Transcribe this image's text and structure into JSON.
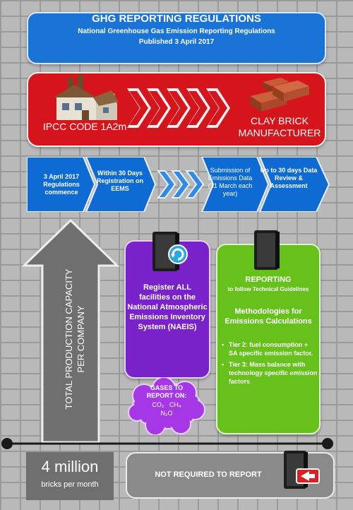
{
  "header": {
    "title": "GHG REPORTING REGULATIONS",
    "subtitle_line1": "National Greenhouse Gas Emission Reporting Regulations",
    "subtitle_line2": "Published 3 April 2017"
  },
  "source_panel": {
    "left_label": "IPCC CODE 1A2m",
    "right_label": "CLAY BRICK MANUFACTURER"
  },
  "process_steps": [
    {
      "text": "3 April 2017 Regulations commence"
    },
    {
      "text": "Within 30 Days Registration on EEMS"
    },
    {
      "text": "Submission of Emissions Data (31 March  each year)"
    },
    {
      "text": "Up to 30 days Data Review & Assessment"
    }
  ],
  "capacity_arrow": {
    "label": "TOTAL PRODUCTION CAPACITY PER COMPANY"
  },
  "register_panel": {
    "text": "Register ALL facilities on the National Atmospheric Emissions Inventory System (NAEIS)"
  },
  "gases": {
    "title": "GASES TO REPORT ON:",
    "items": [
      "CO₂",
      "CH₄",
      "N₂O"
    ]
  },
  "reporting_panel": {
    "title": "REPORTING",
    "subtitle": "to follow Technical Guidelines",
    "methodologies": "Methodologies  for Emissions Calculations",
    "tiers": [
      "Tier 2: fuel consumption + SA specific emission factor.",
      "Tier 3: Mass balance with technology specific emission factors"
    ]
  },
  "threshold": {
    "value": "4 million",
    "unit": "bricks per month"
  },
  "not_required": {
    "text": "NOT REQUIRED TO REPORT"
  },
  "colors": {
    "header_blue": "#1a74d8",
    "red": "#d6141c",
    "process_blue": "#0d6bd3",
    "purple": "#7a22c9",
    "green": "#66c11a",
    "grey": "#6f6f6f"
  },
  "icons": [
    "factory-icon",
    "brick-icon",
    "chevron-arrows",
    "binder-refresh-icon",
    "binder-icon",
    "binder-exit-icon"
  ]
}
